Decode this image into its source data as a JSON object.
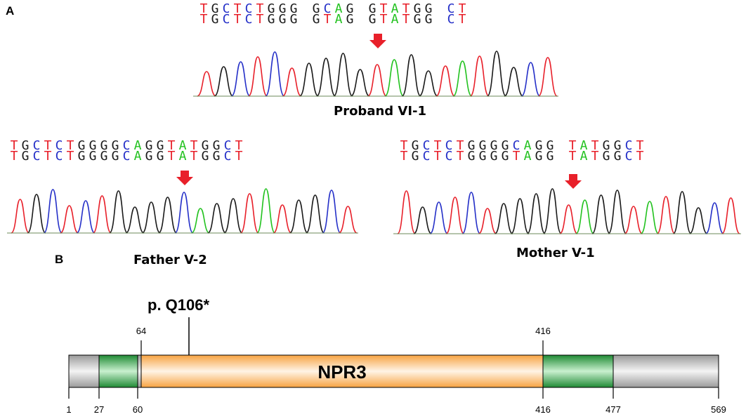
{
  "panels": {
    "a": "A",
    "b": "B"
  },
  "chromatograms": [
    {
      "sample": "Proband VI-1",
      "ref": [
        "T",
        "G",
        "C",
        "T",
        "C",
        "T",
        "G",
        "G",
        "G",
        " ",
        "G",
        "C",
        "A",
        "G",
        " ",
        "G",
        "T",
        "A",
        "T",
        "G",
        "G",
        " ",
        "C",
        "T"
      ],
      "obs": [
        "T",
        "G",
        "C",
        "T",
        "C",
        "T",
        "G",
        "G",
        "G",
        " ",
        "G",
        "T",
        "A",
        "G",
        " ",
        "G",
        "T",
        "A",
        "T",
        "G",
        "G",
        " ",
        "C",
        "T"
      ]
    },
    {
      "sample": "Father V-2",
      "ref": [
        "T",
        "G",
        "C",
        "T",
        "C",
        "T",
        "G",
        "G",
        "G",
        "G",
        "C",
        "A",
        "G",
        "G",
        "T",
        "A",
        "T",
        "G",
        "G",
        "C",
        "T"
      ],
      "obs": [
        "T",
        "G",
        "C",
        "T",
        "C",
        "T",
        "G",
        "G",
        "G",
        "G",
        "C",
        "A",
        "G",
        "G",
        "T",
        "A",
        "T",
        "G",
        "G",
        "C",
        "T"
      ]
    },
    {
      "sample": "Mother V-1",
      "ref": [
        "T",
        "G",
        "C",
        "T",
        "C",
        "T",
        "G",
        "G",
        "G",
        "G",
        "C",
        "A",
        "G",
        "G",
        " ",
        "T",
        "A",
        "T",
        "G",
        "G",
        "C",
        "T"
      ],
      "obs": [
        "T",
        "G",
        "C",
        "T",
        "C",
        "T",
        "G",
        "G",
        "G",
        "G",
        "T",
        "A",
        "G",
        "G",
        " ",
        "T",
        "A",
        "T",
        "G",
        "G",
        "C",
        "T"
      ]
    }
  ],
  "protein": {
    "name": "NPR3",
    "mutation": "p. Q106*",
    "top_ticks": [
      "64",
      "416"
    ],
    "bottom_ticks": [
      "1",
      "27",
      "60",
      "416",
      "477",
      "569"
    ]
  },
  "colors": {
    "T": "#e8202a",
    "G": "#1a1a1a",
    "C": "#2530c8",
    "A": "#22c21f",
    "arrow": "#e8202a",
    "orange": "#f7a342",
    "green": "#2ea043",
    "gray": "#b8b8b8"
  }
}
